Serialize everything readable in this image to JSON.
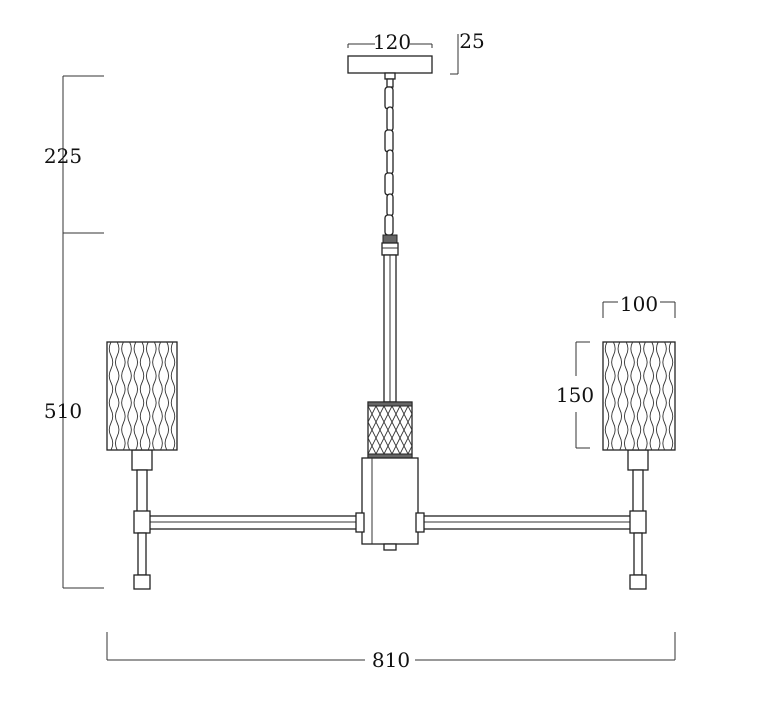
{
  "dimensions": {
    "canopy_width": "120",
    "canopy_height": "25",
    "chain_length": "225",
    "body_height": "510",
    "shade_width": "100",
    "shade_height": "150",
    "total_width": "810"
  }
}
